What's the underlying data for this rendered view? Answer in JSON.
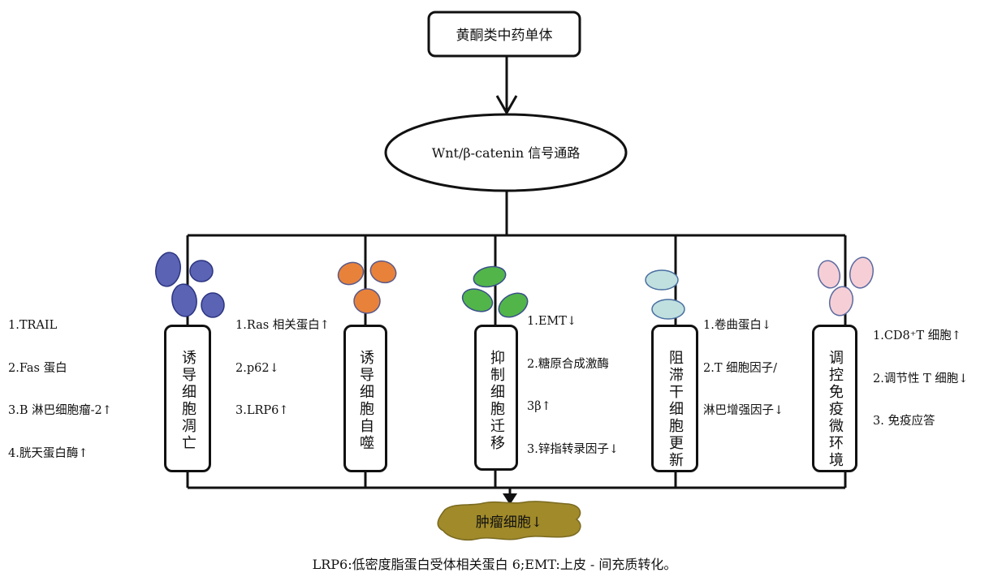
{
  "top_box": {
    "label": "黄酮类中药单体"
  },
  "pathway": {
    "label": "Wnt/β-catenin 信号通路"
  },
  "result": {
    "label": "肿瘤细胞↓"
  },
  "branches": [
    {
      "box": "诱导细胞凋亡",
      "items": [
        "1.TRAIL",
        "2.Fas 蛋白",
        "3.B 淋巴细胞瘤-2↑",
        "4.胱天蛋白酶↑"
      ],
      "cell_color": "#5b63b5",
      "cell_stroke": "#2b3480"
    },
    {
      "box": "诱导细胞自噬",
      "items": [
        "1.Ras 相关蛋白↑",
        "2.p62↓",
        "3.LRP6↑"
      ],
      "cell_color": "#e8823a",
      "cell_stroke": "#5a5a8a"
    },
    {
      "box": "抑制细胞迁移",
      "items": [
        "1.EMT↓",
        "2.糖原合成激酶",
        "3β↑",
        "3.锌指转录因子↓"
      ],
      "cell_color": "#52b54a",
      "cell_stroke": "#3a4f8a"
    },
    {
      "box": "阻滞干细胞更新",
      "items": [
        "1.卷曲蛋白↓",
        "2.T 细胞因子/",
        "淋巴增强因子↓"
      ],
      "cell_color": "#bfe0df",
      "cell_stroke": "#4a6fa0"
    },
    {
      "box": "调控免疫微环境",
      "items": [
        "1.CD8⁺T 细胞↑",
        "2.调节性 T 细胞↓",
        "3. 免疫应答"
      ],
      "cell_color": "#f6cfd6",
      "cell_stroke": "#5a6aa0"
    }
  ],
  "caption": "LRP6:低密度脂蛋白受体相关蛋白 6;EMT:上皮 - 间充质转化。",
  "colors": {
    "line": "#111111",
    "blob_fill": "#a08a2a",
    "blob_stroke": "#7a6a20"
  }
}
